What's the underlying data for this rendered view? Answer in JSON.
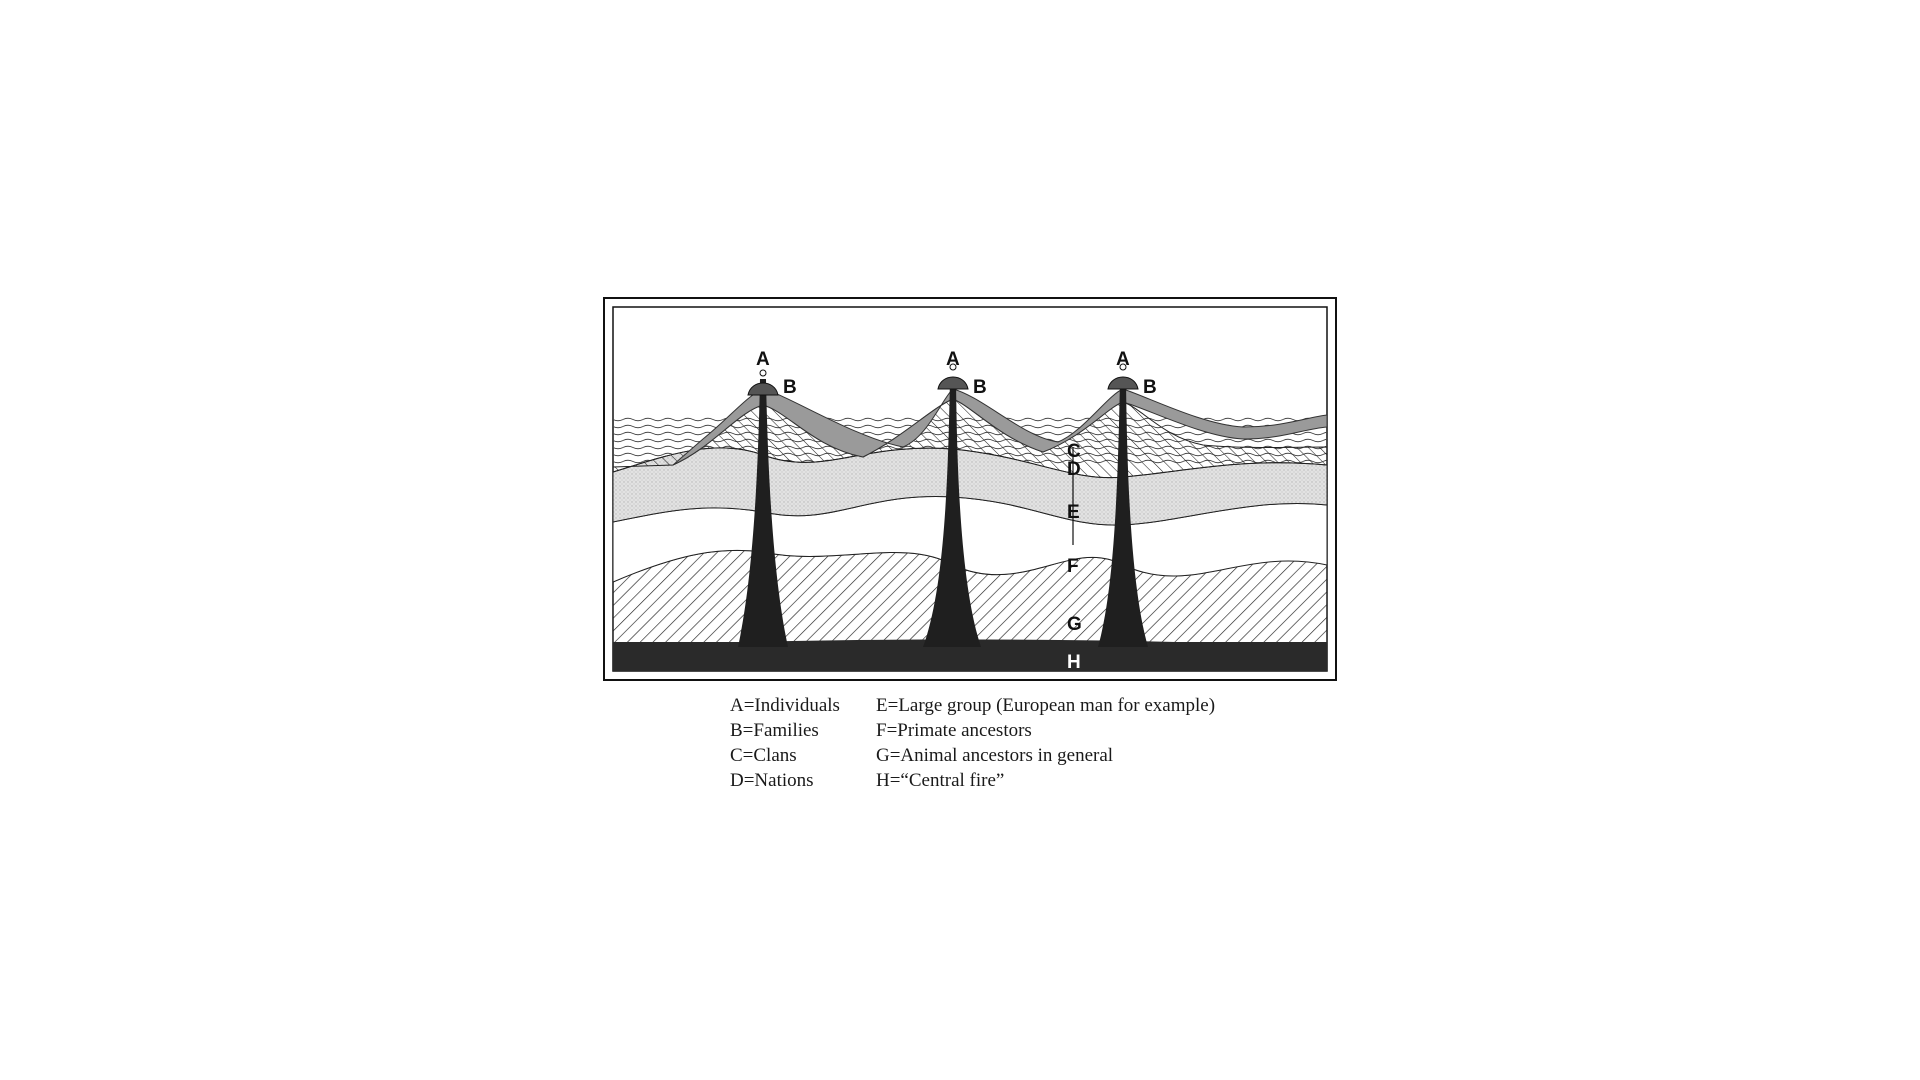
{
  "diagram": {
    "labels": {
      "individuals": "A",
      "families": "B",
      "clans": "C",
      "nations": "D",
      "large_group": "E",
      "primate_ancestors": "F",
      "animal_ancestors": "G",
      "central_fire": "H"
    }
  },
  "legend": {
    "left": [
      "A=Individuals",
      "B=Families",
      "C=Clans",
      "D=Nations"
    ],
    "right": [
      "E=Large group (European man for example)",
      "F=Primate ancestors",
      "G=Animal ancestors in general",
      "H=“Central fire”"
    ]
  },
  "colors": {
    "frame": "#111111",
    "base_fire": "#2a2a2a",
    "stipple_layer": "#d7d7d7",
    "clan_band": "#9a9a9a",
    "hatch": "#222222",
    "background": "#ffffff"
  }
}
